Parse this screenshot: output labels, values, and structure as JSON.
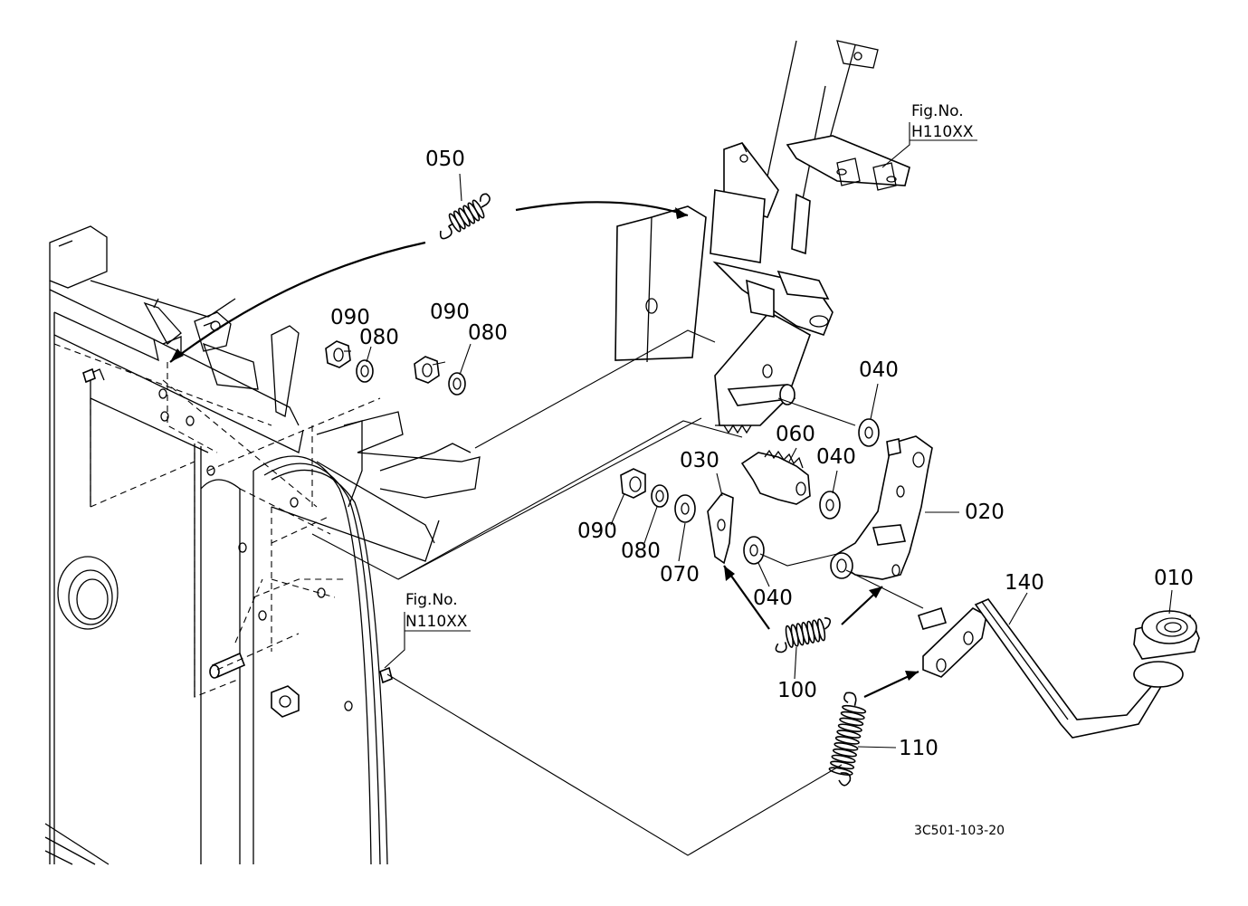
{
  "labels": {
    "p010": "010",
    "p020": "020",
    "p030": "030",
    "p040a": "040",
    "p040b": "040",
    "p040c": "040",
    "p050": "050",
    "p060": "060",
    "p070": "070",
    "p080a": "080",
    "p080b": "080",
    "p080c": "080",
    "p090a": "090",
    "p090b": "090",
    "p090c": "090",
    "p100": "100",
    "p110": "110",
    "p140": "140"
  },
  "figrefs": {
    "h_title": "Fig.No.",
    "h_code": "H110XX",
    "n_title": "Fig.No.",
    "n_code": "N110XX"
  },
  "drawing_code": "3C501-103-20"
}
